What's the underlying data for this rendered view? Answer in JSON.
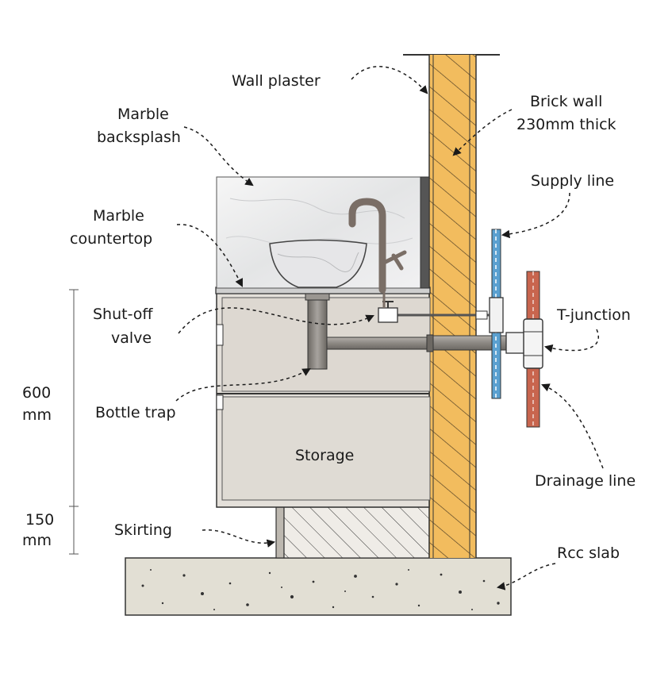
{
  "labels": {
    "wall_plaster": "Wall plaster",
    "brick_wall_1": "Brick wall",
    "brick_wall_2": "230mm thick",
    "marble_backsplash_1": "Marble",
    "marble_backsplash_2": "backsplash",
    "supply_line": "Supply line",
    "marble_countertop_1": "Marble",
    "marble_countertop_2": "countertop",
    "shutoff_valve_1": "Shut-off",
    "shutoff_valve_2": "valve",
    "t_junction": "T-junction",
    "bottle_trap": "Bottle trap",
    "storage": "Storage",
    "drainage_line": "Drainage line",
    "skirting": "Skirting",
    "rcc_slab": "Rcc slab"
  },
  "dimensions": {
    "cabinet_height_value": "600",
    "cabinet_height_unit": "mm",
    "skirting_height_value": "150",
    "skirting_height_unit": "mm"
  },
  "colors": {
    "brick": "#f2bc5e",
    "marble": "#eceded",
    "cabinet": "#e4e0da",
    "concrete": "#e2dfd4",
    "faucet": "#7a6e66",
    "pipe": "#8e8a86",
    "supply_pipe": "#5aa0d0",
    "drainage_pipe": "#c8654e",
    "line": "#1a1a1a"
  }
}
